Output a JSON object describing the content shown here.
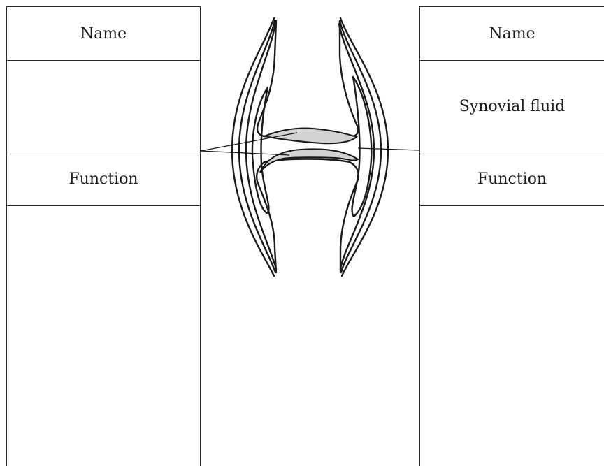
{
  "left_table": {
    "name_label": "Name",
    "name_value": "",
    "function_label": "Function",
    "function_value": ""
  },
  "right_table": {
    "name_label": "Name",
    "name_value": "Synovial fluid",
    "function_label": "Function",
    "function_value": ""
  },
  "diagram": {
    "subject": "synovial joint cross-section",
    "cartilage_color": "#d3d3d3",
    "line_color": "#1a1a1a"
  }
}
